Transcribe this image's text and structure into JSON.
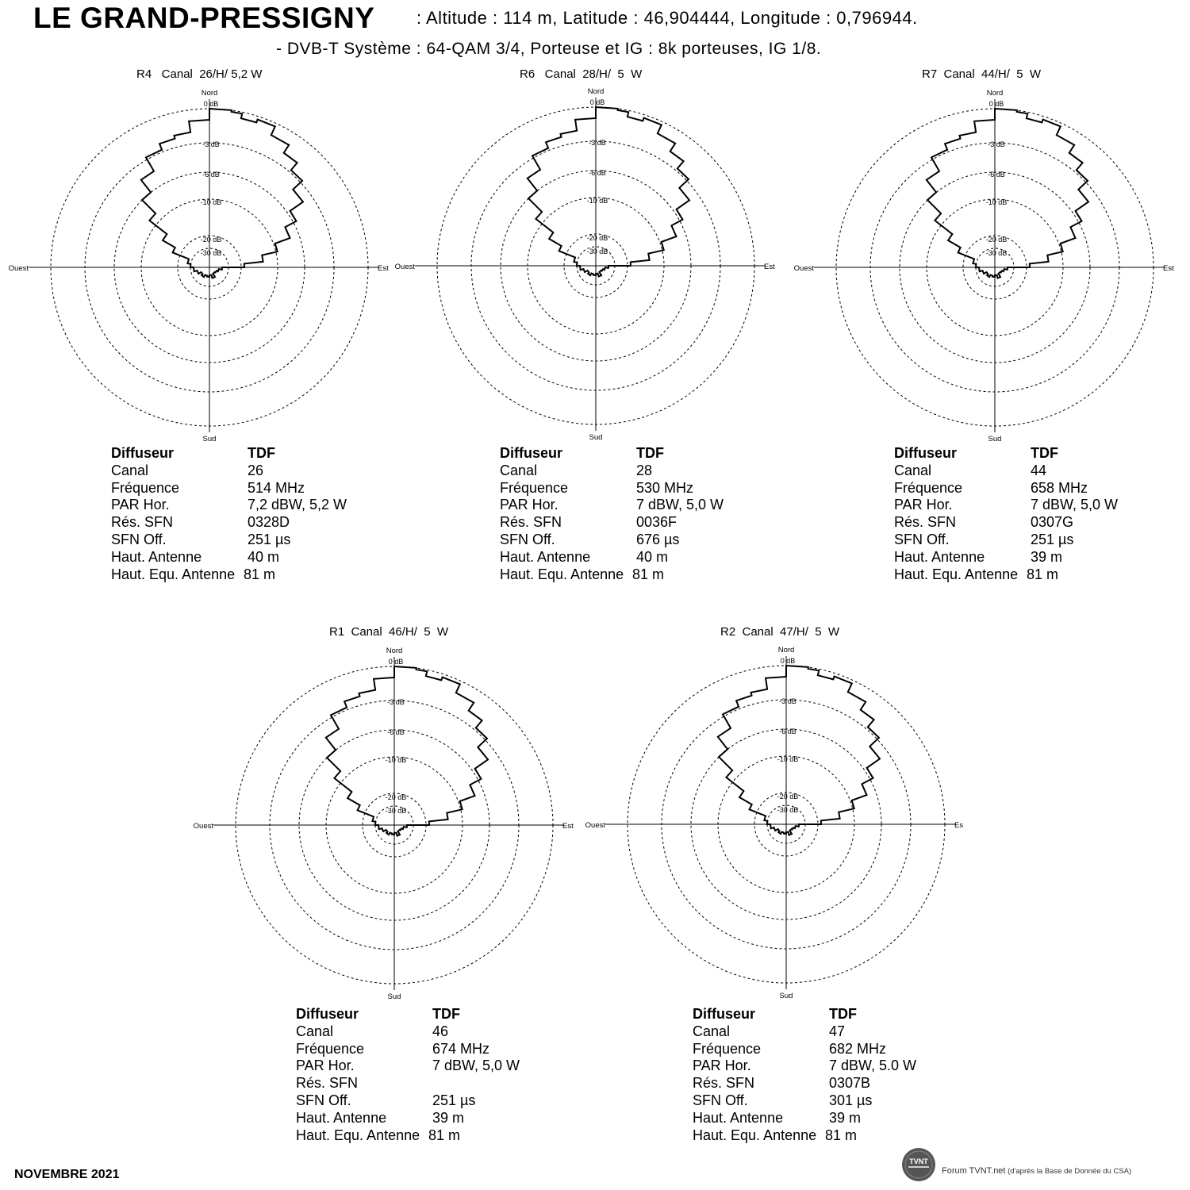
{
  "header": {
    "title": "LE GRAND-PRESSIGNY",
    "subtitle_line1": ": Altitude : 114 m, Latitude : 46,904444, Longitude : 0,796944.",
    "subtitle_line2": "- DVB-T  Système : 64-QAM 3/4,  Porteuse et IG : 8k porteuses, IG 1/8."
  },
  "compass": {
    "north": "Nord",
    "south": "Sud",
    "east": "Est",
    "west": "Ouest"
  },
  "ring_labels": [
    "0 dB",
    "-3 dB",
    "-6 dB",
    "-10 dB",
    "-20 dB",
    "-30 dB"
  ],
  "info_keys": {
    "diffuseur": "Diffuseur",
    "canal": "Canal",
    "frequence": "Fréquence",
    "par": "PAR Hor.",
    "sfn": "Rés. SFN",
    "sfn_off": "SFN Off.",
    "haut_antenne": "Haut. Antenne",
    "haut_equ": "Haut. Equ. Antenne"
  },
  "transmitters": [
    {
      "title": "R4   Canal  26/H/ 5,2 W",
      "east_label": "Est",
      "info": {
        "diffuseur": "TDF",
        "canal": "26",
        "frequence": "514 MHz",
        "par": "7,2 dBW, 5,2 W",
        "sfn": "0328D",
        "sfn_off": "251 µs",
        "haut_antenne": "40 m",
        "haut_equ": "81 m"
      }
    },
    {
      "title": "R6   Canal  28/H/  5  W",
      "east_label": "Est",
      "info": {
        "diffuseur": "TDF",
        "canal": "28",
        "frequence": "530 MHz",
        "par": "7 dBW, 5,0 W",
        "sfn": "0036F",
        "sfn_off": "676 µs",
        "haut_antenne": "40 m",
        "haut_equ": "81 m"
      }
    },
    {
      "title": "R7  Canal  44/H/  5  W",
      "east_label": "Est",
      "info": {
        "diffuseur": "TDF",
        "canal": "44",
        "frequence": "658 MHz",
        "par": "7 dBW, 5,0 W",
        "sfn": "0307G",
        "sfn_off": "251 µs",
        "haut_antenne": "39 m",
        "haut_equ": "81 m"
      }
    },
    {
      "title": "R1  Canal  46/H/  5  W",
      "east_label": "Est",
      "info": {
        "diffuseur": "TDF",
        "canal": "46",
        "frequence": "674 MHz",
        "par": "7 dBW, 5,0 W",
        "sfn": "",
        "sfn_off": "251 µs",
        "haut_antenne": "39 m",
        "haut_equ": "81 m"
      }
    },
    {
      "title": "R2  Canal  47/H/  5  W",
      "east_label": "Es",
      "info": {
        "diffuseur": "TDF",
        "canal": "47",
        "frequence": "682 MHz",
        "par": "7 dBW, 5.0 W",
        "sfn": "0307B",
        "sfn_off": "301 µs",
        "haut_antenne": "39 m",
        "haut_equ": "81 m"
      }
    }
  ],
  "footer": {
    "date": "NOVEMBRE 2021",
    "logo_text": "TVNT",
    "credit_main": "Forum TVNT.net",
    "credit_small": " (d'après la Base de Donnée du CSA)"
  },
  "colors": {
    "ink": "#000000",
    "logo": "#555555"
  }
}
